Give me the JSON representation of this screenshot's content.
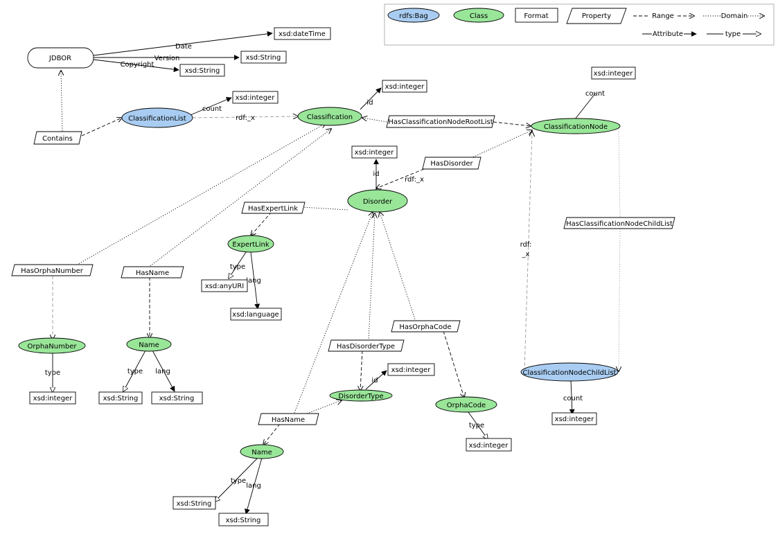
{
  "colors": {
    "class_fill": "#99e699",
    "bag_fill": "#a9cdf2",
    "stroke": "#000000",
    "grey_line": "#999999"
  },
  "legend": [
    {
      "label": "rdfs:Bag",
      "kind": "bag"
    },
    {
      "label": "Class",
      "kind": "class"
    },
    {
      "label": "Format",
      "kind": "format"
    },
    {
      "label": "Property",
      "kind": "property"
    },
    {
      "label": "Range",
      "kind": "range"
    },
    {
      "label": "Domain",
      "kind": "domain"
    },
    {
      "label": "Attribute",
      "kind": "attribute"
    },
    {
      "label": "type",
      "kind": "type"
    }
  ],
  "nodes": [
    {
      "id": "jdbor",
      "label": "JDBOR",
      "kind": "root"
    },
    {
      "id": "dt1",
      "label": "xsd:dateTime",
      "kind": "format"
    },
    {
      "id": "str1",
      "label": "xsd:String",
      "kind": "format"
    },
    {
      "id": "str2",
      "label": "xsd:String",
      "kind": "format"
    },
    {
      "id": "contains",
      "label": "Contains",
      "kind": "property"
    },
    {
      "id": "classlist",
      "label": "ClassificationList",
      "kind": "bag"
    },
    {
      "id": "int1",
      "label": "xsd:integer",
      "kind": "format"
    },
    {
      "id": "classification",
      "label": "Classification",
      "kind": "class"
    },
    {
      "id": "int2",
      "label": "xsd:integer",
      "kind": "format"
    },
    {
      "id": "hcnrl",
      "label": "HasClassificationNodeRootList",
      "kind": "property"
    },
    {
      "id": "classnode",
      "label": "ClassificationNode",
      "kind": "class"
    },
    {
      "id": "int3",
      "label": "xsd:integer",
      "kind": "format"
    },
    {
      "id": "int4",
      "label": "xsd:integer",
      "kind": "format"
    },
    {
      "id": "hasdisorder",
      "label": "HasDisorder",
      "kind": "property"
    },
    {
      "id": "disorder",
      "label": "Disorder",
      "kind": "class"
    },
    {
      "id": "hasexpertlink",
      "label": "HasExpertLink",
      "kind": "property"
    },
    {
      "id": "expertlink",
      "label": "ExpertLink",
      "kind": "class"
    },
    {
      "id": "anyuri",
      "label": "xsd:anyURI",
      "kind": "format"
    },
    {
      "id": "language",
      "label": "xsd:language",
      "kind": "format"
    },
    {
      "id": "hcncl",
      "label": "HasClassificationNodeChildList",
      "kind": "property"
    },
    {
      "id": "hasorphanumber",
      "label": "HasOrphaNumber",
      "kind": "property"
    },
    {
      "id": "hasname1",
      "label": "HasName",
      "kind": "property"
    },
    {
      "id": "orphanumber",
      "label": "OrphaNumber",
      "kind": "class"
    },
    {
      "id": "int5",
      "label": "xsd:integer",
      "kind": "format"
    },
    {
      "id": "name1",
      "label": "Name",
      "kind": "class"
    },
    {
      "id": "str3",
      "label": "xsd:String",
      "kind": "format"
    },
    {
      "id": "str4",
      "label": "xsd:String",
      "kind": "format"
    },
    {
      "id": "hasorphacode",
      "label": "HasOrphaCode",
      "kind": "property"
    },
    {
      "id": "hasdisordertype",
      "label": "HasDisorderType",
      "kind": "property"
    },
    {
      "id": "int6",
      "label": "xsd:integer",
      "kind": "format"
    },
    {
      "id": "disordertype",
      "label": "DisorderType",
      "kind": "class"
    },
    {
      "id": "orphacode",
      "label": "OrphaCode",
      "kind": "class"
    },
    {
      "id": "int7",
      "label": "xsd:integer",
      "kind": "format"
    },
    {
      "id": "cncl",
      "label": "ClassificationNodeChildList",
      "kind": "bag"
    },
    {
      "id": "int8",
      "label": "xsd:integer",
      "kind": "format"
    },
    {
      "id": "hasname2",
      "label": "HasName",
      "kind": "property"
    },
    {
      "id": "name2",
      "label": "Name",
      "kind": "class"
    },
    {
      "id": "str5",
      "label": "xsd:String",
      "kind": "format"
    },
    {
      "id": "str6",
      "label": "xsd:String",
      "kind": "format"
    }
  ],
  "edge_labels": {
    "date": "Date",
    "version": "Version",
    "copyright": "Copyright",
    "count1": "count",
    "rdfx1": "rdf:_x",
    "id1": "id",
    "count2": "count",
    "id2": "id",
    "rdfx2": "rdf:_x",
    "type1": "type",
    "lang1": "lang",
    "rdfx3a": "rdf:",
    "rdfx3b": "_x",
    "type2": "type",
    "type3": "type",
    "lang2": "lang",
    "id3": "id",
    "type4": "type",
    "count3": "count",
    "type5": "type",
    "lang3": "lang"
  }
}
